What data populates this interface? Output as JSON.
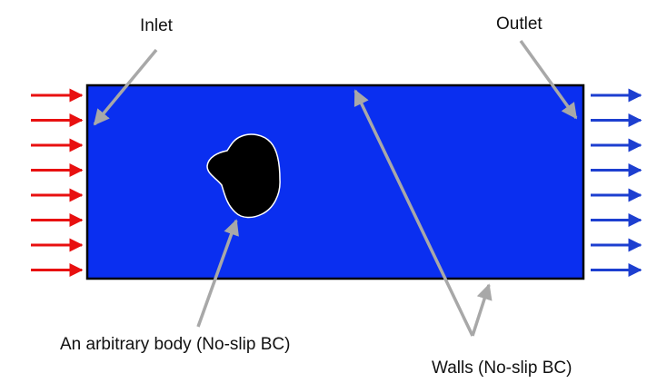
{
  "labels": {
    "inlet": "Inlet",
    "outlet": "Outlet",
    "body": "An arbitrary body (No-slip BC)",
    "walls": "Walls (No-slip BC)"
  },
  "colors": {
    "domain_fill": "#0a2ff0",
    "domain_border": "#000000",
    "inlet_arrows": "#e81010",
    "outlet_arrows": "#1d3fd0",
    "body_fill": "#000000",
    "callout_arrows": "#a8a8a8"
  },
  "inlet_arrow_count": 8,
  "outlet_arrow_count": 8
}
